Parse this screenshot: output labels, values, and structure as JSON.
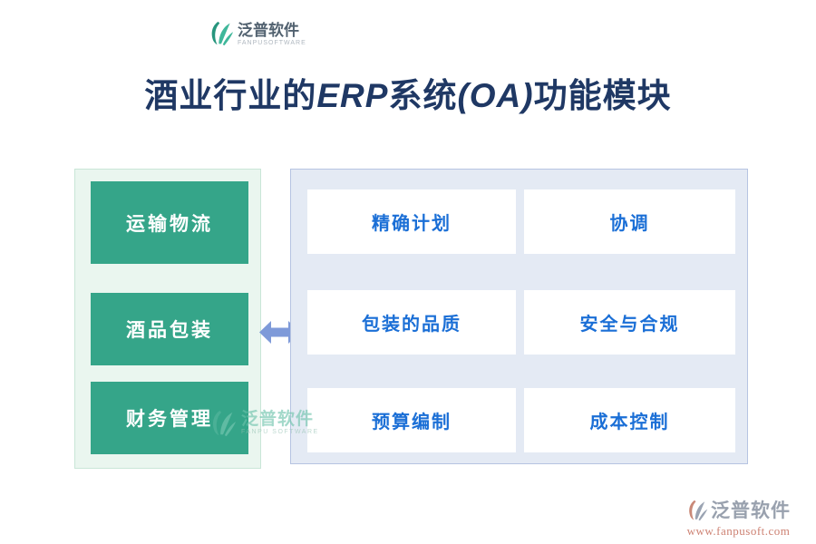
{
  "title": {
    "p1": "酒业行业的",
    "p2": "ERP",
    "p3": "系统",
    "p4": "(OA)",
    "p5": "功能模块"
  },
  "left_panel": {
    "buttons": [
      {
        "label": "运输物流"
      },
      {
        "label": "酒品包装"
      },
      {
        "label": "财务管理"
      }
    ]
  },
  "right_panel": {
    "cells": [
      {
        "label": "精确计划"
      },
      {
        "label": "协调"
      },
      {
        "label": "包装的品质"
      },
      {
        "label": "安全与合规"
      },
      {
        "label": "预算编制"
      },
      {
        "label": "成本控制"
      }
    ]
  },
  "brand": {
    "top": {
      "name": "泛普软件",
      "caption": "FANPUSOFTWARE"
    },
    "watermark": {
      "name": "泛普软件",
      "caption": "FANPU SOFTWARE"
    },
    "bottom": {
      "name": "泛普软件",
      "url": "www.fanpusoft.com"
    }
  },
  "icons": {
    "arrow": "left-right-arrow",
    "logo": "fan-swoosh"
  },
  "colors": {
    "title_navy": "#1f3864",
    "button_green": "#35a589",
    "panel_green_bg": "#eaf6ef",
    "panel_green_border": "#c9e6d7",
    "panel_blue_bg": "#e4eaf4",
    "panel_blue_border": "#b6c4e2",
    "cell_text_blue": "#1b6fd6",
    "arrow_blue": "#7e9ad9",
    "brand_gray": "#99a1ae",
    "brand_salmon": "#cd8172",
    "brand_teal": "#35a589"
  }
}
